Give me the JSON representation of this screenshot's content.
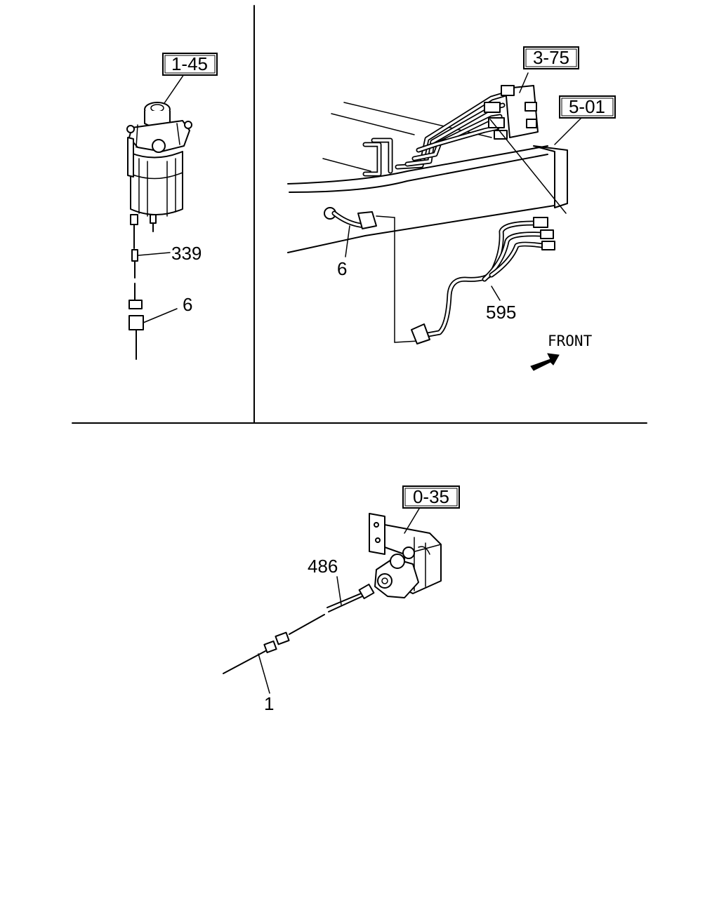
{
  "reference_boxes": {
    "fuel_filter": "1-45",
    "valve_block": "3-75",
    "frame": "5-01",
    "bracket": "0-35"
  },
  "part_numbers": {
    "p339": "339",
    "p6_left": "6",
    "p6_right": "6",
    "p595": "595",
    "p486": "486",
    "p1": "1"
  },
  "direction": {
    "label": "FRONT"
  }
}
